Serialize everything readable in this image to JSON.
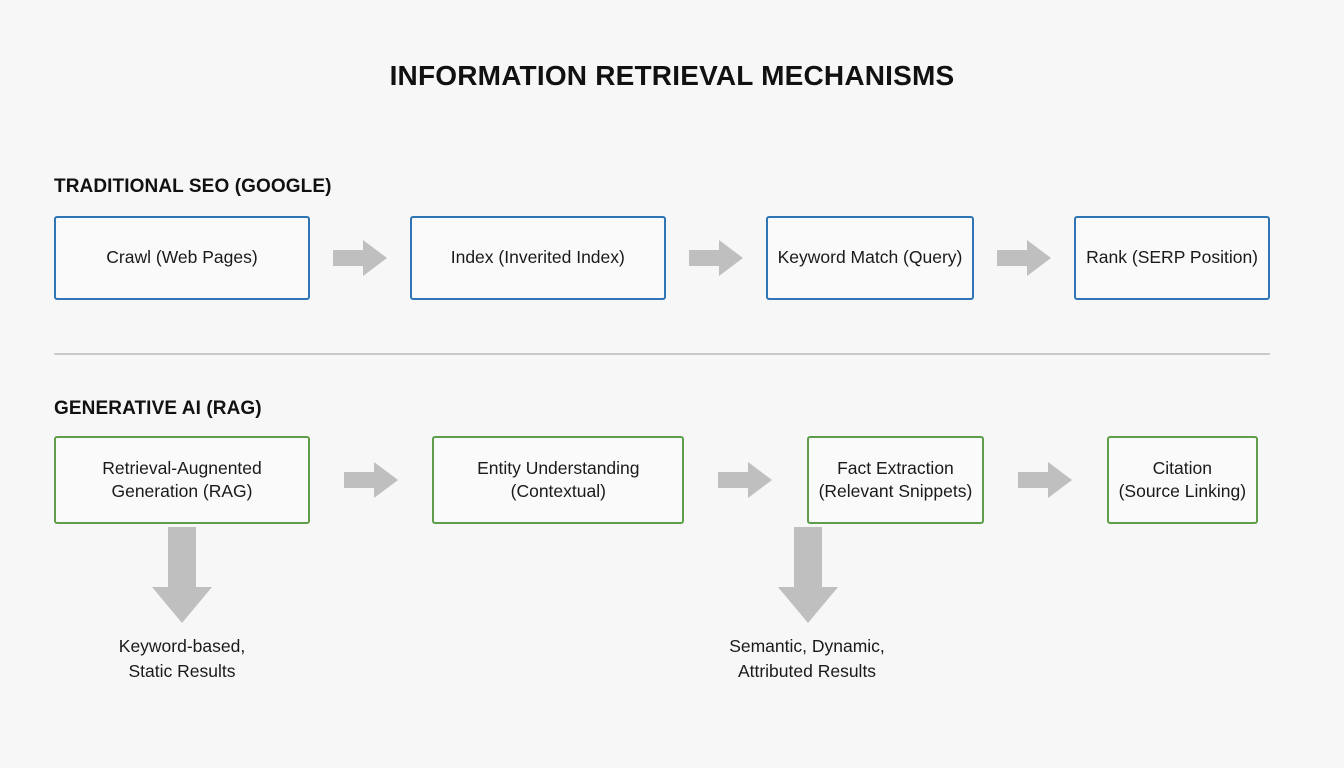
{
  "diagram": {
    "title": "INFORMATION RETRIEVAL MECHANISMS",
    "background_color": "#f7f7f7",
    "arrow_color": "#bfbfbf",
    "divider_color": "#c9c9c9"
  },
  "sections": [
    {
      "heading": "TRADITIONAL SEO (GOOGLE)",
      "accent_color": "#2e75b6",
      "steps": [
        {
          "line1": "Crawl (Web Pages)",
          "line2": ""
        },
        {
          "line1": "Index (Inverited Index)",
          "line2": ""
        },
        {
          "line1": "Keyword Match (Query)",
          "line2": ""
        },
        {
          "line1": "Rank (SERP Position)",
          "line2": ""
        }
      ]
    },
    {
      "heading": "GENERATIVE AI (RAG)",
      "accent_color": "#5f9e49",
      "steps": [
        {
          "line1": "Retrieval-Augnented",
          "line2": "Generation (RAG)"
        },
        {
          "line1": "Entity Understanding",
          "line2": "(Contextual)"
        },
        {
          "line1": "Fact Extraction",
          "line2": "(Relevant Snippets)"
        },
        {
          "line1": "Citation",
          "line2": "(Source Linking)"
        }
      ]
    }
  ],
  "outcomes": [
    {
      "line1": "Keyword-based,",
      "line2": "Static Results"
    },
    {
      "line1": "Semantic, Dynamic,",
      "line2": "Attributed Results"
    }
  ]
}
